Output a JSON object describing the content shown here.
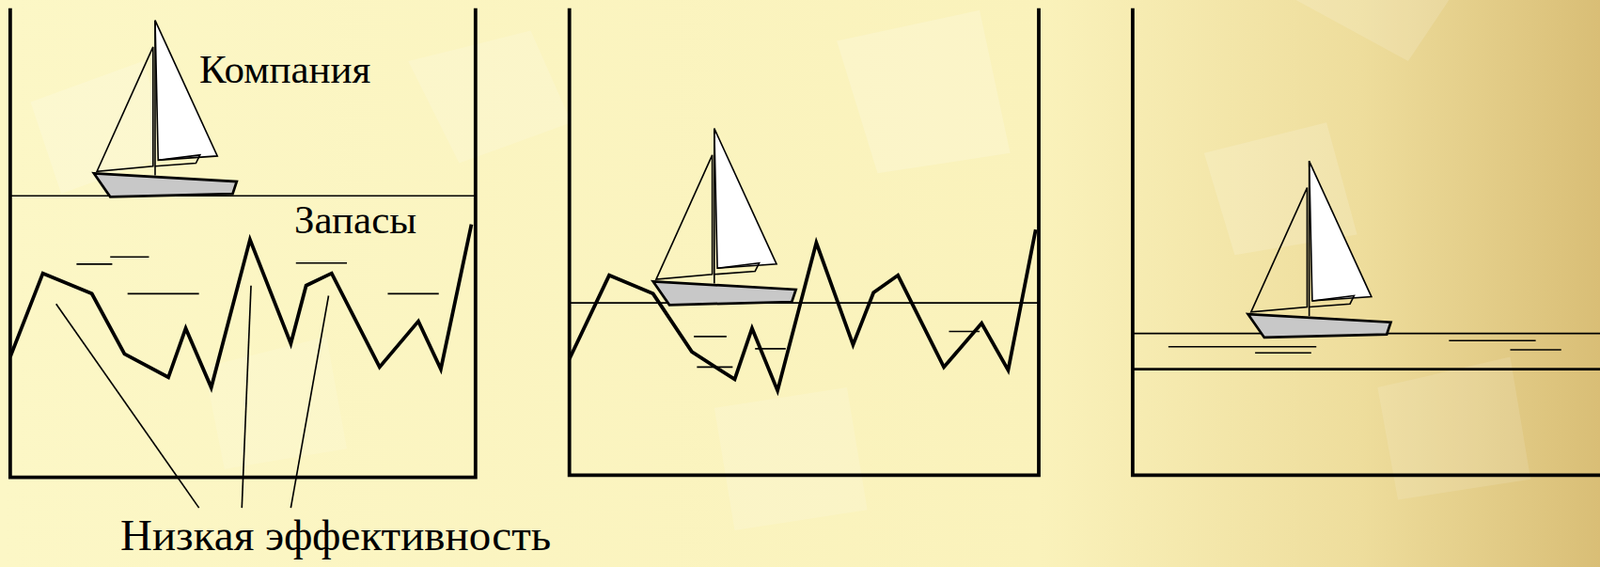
{
  "diagram": {
    "labels": [
      "Компания",
      "Запасы",
      "Низкая эффективность"
    ]
  }
}
